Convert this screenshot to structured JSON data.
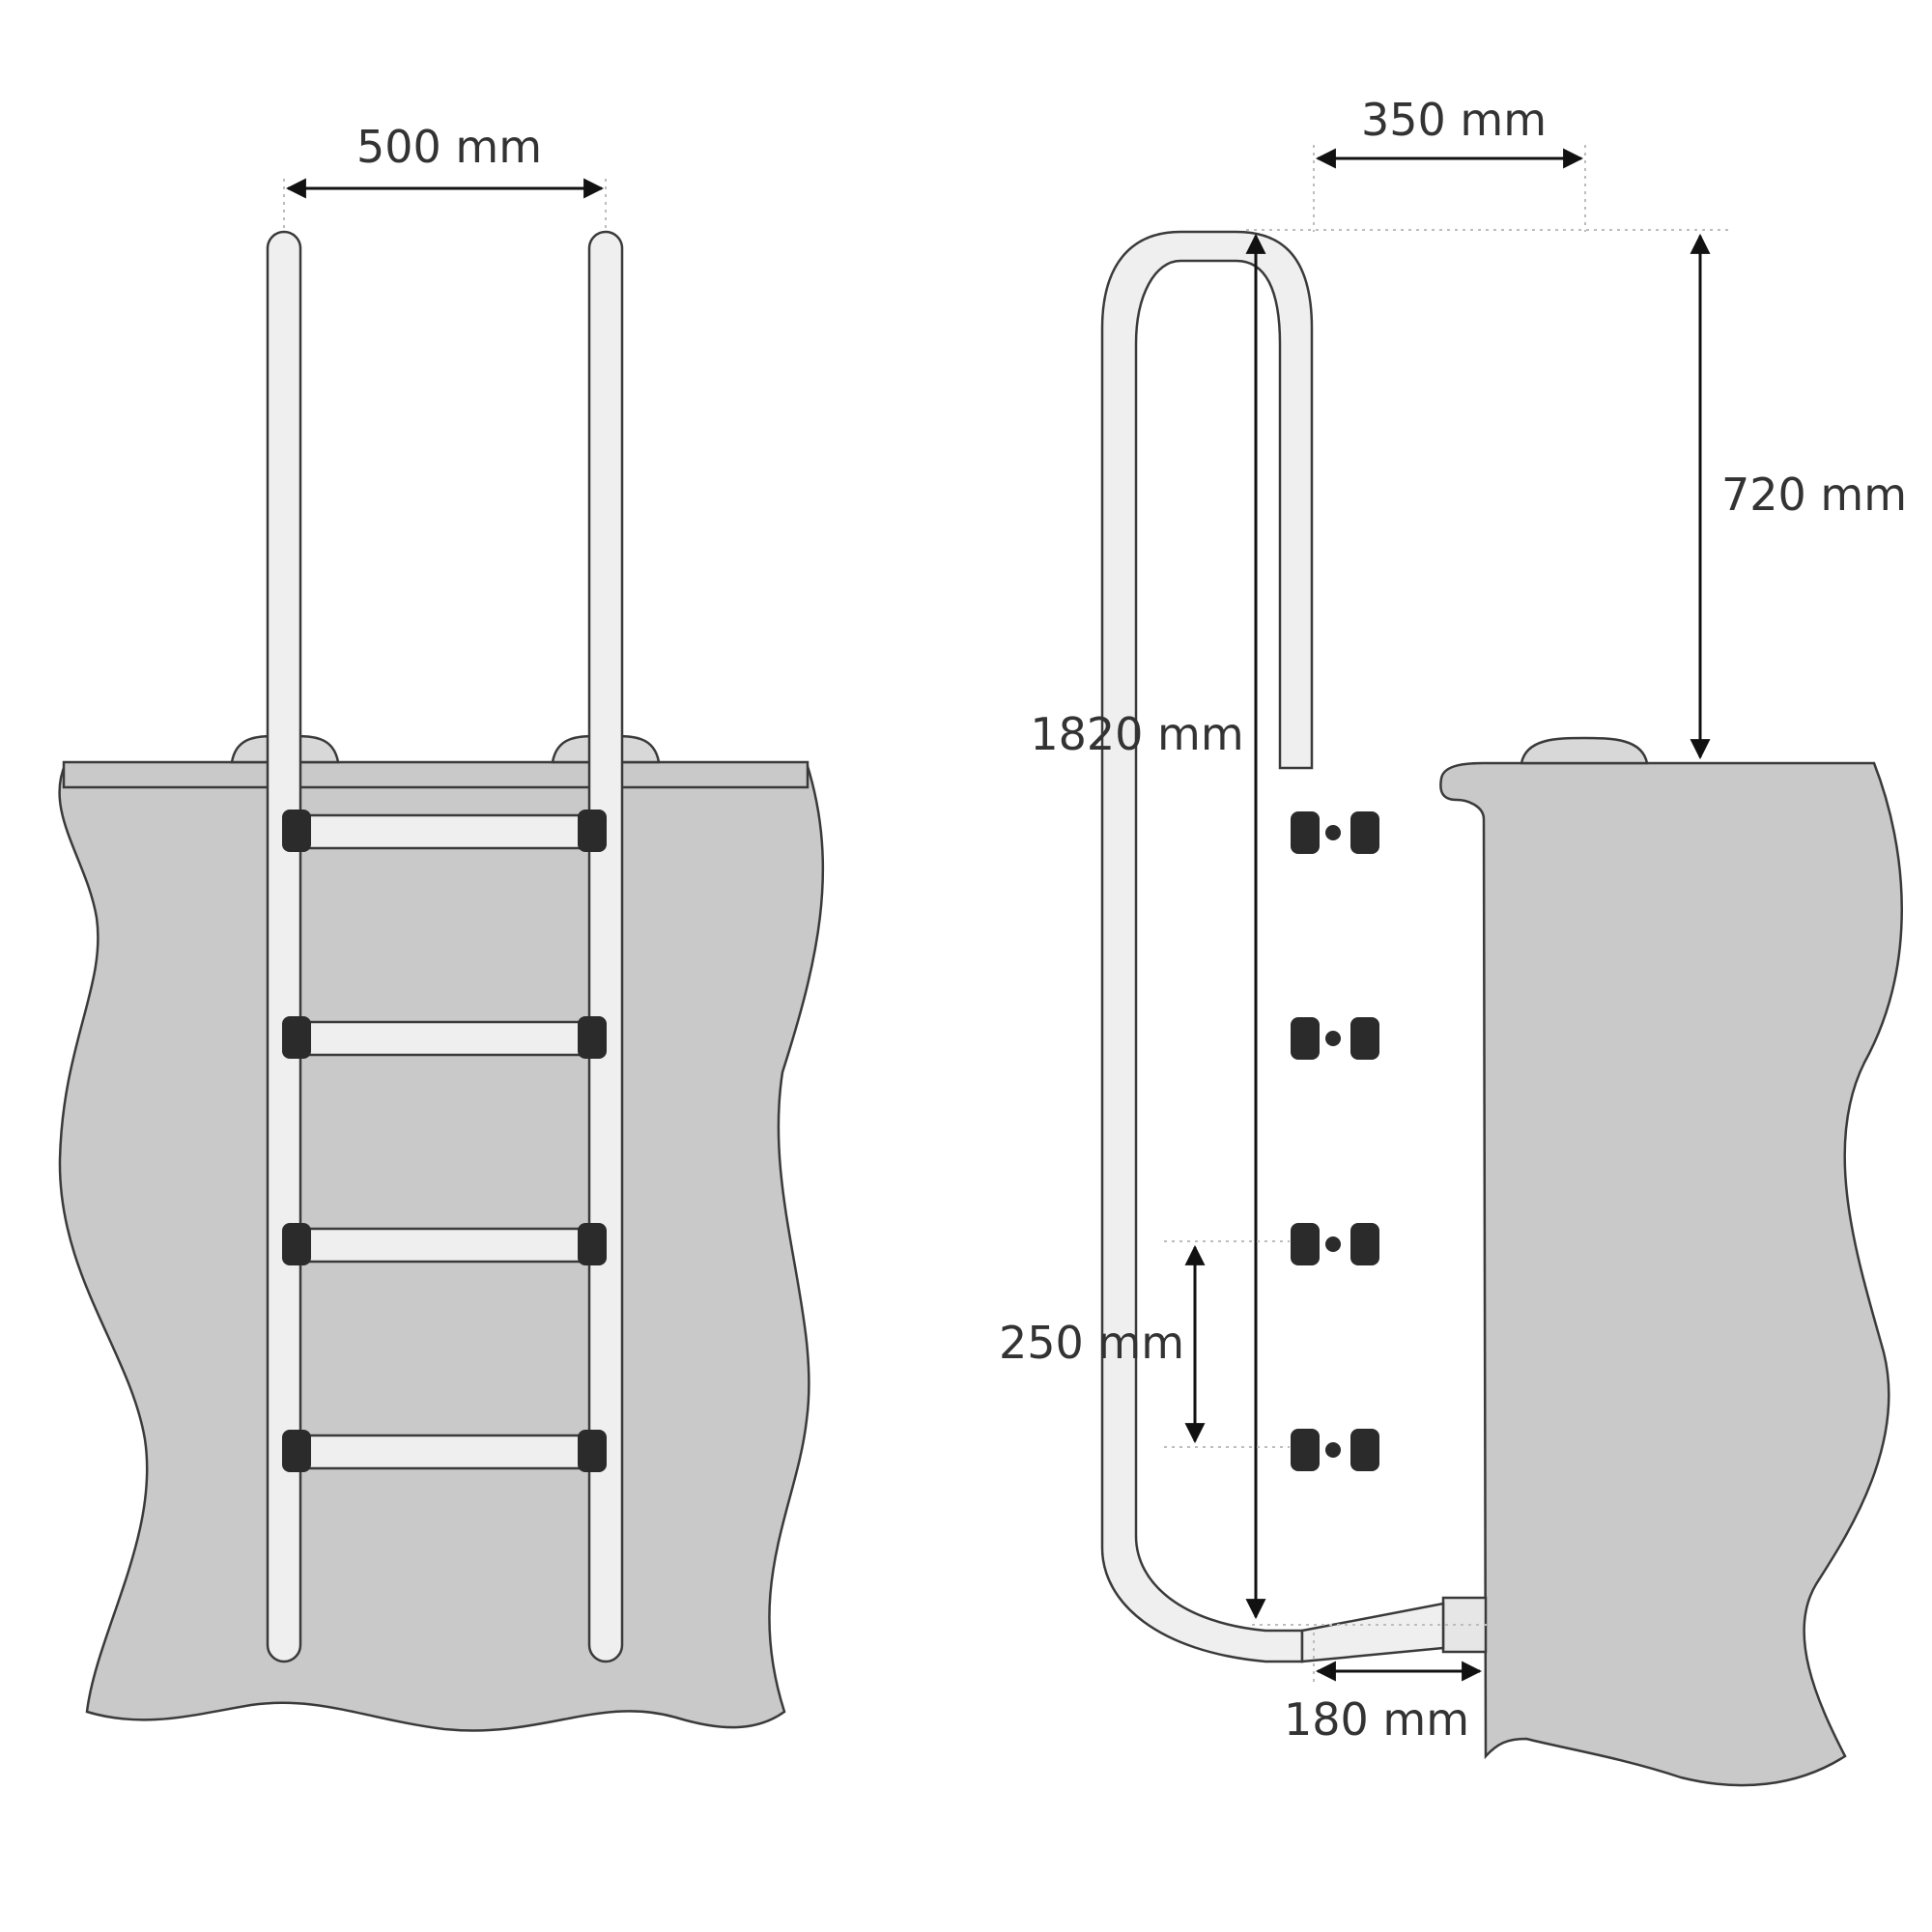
{
  "colors": {
    "wall": "#c9c9c9",
    "outline": "#3a3a3a",
    "rail_fill": "#efefef",
    "step_cap": "#2b2b2b",
    "dimension": "#111111",
    "text": "#333333"
  },
  "front_view": {
    "width_label": "500 mm",
    "step_count": 4
  },
  "side_view": {
    "handle_width_label": "350 mm",
    "handle_height_label": "720 mm",
    "total_height_label": "1820 mm",
    "step_spacing_label": "250 mm",
    "base_offset_label": "180 mm",
    "step_count": 4
  }
}
